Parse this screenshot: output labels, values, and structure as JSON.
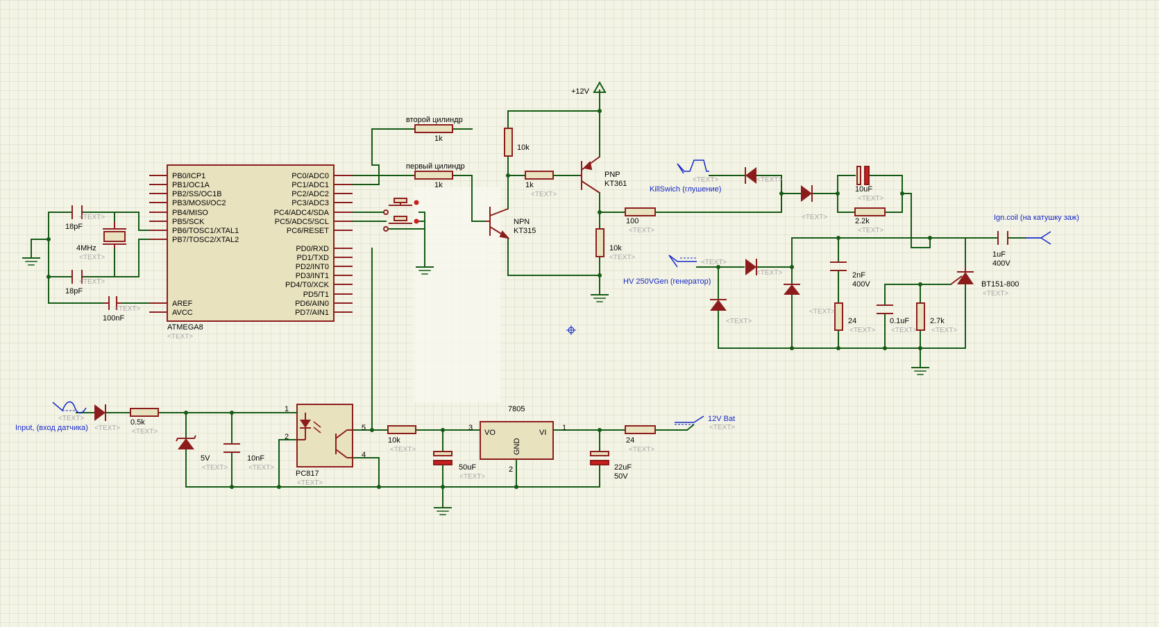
{
  "labels": {
    "mcu_name": "ATMEGA8",
    "mcu_left_pins": [
      "PB0/ICP1",
      "PB1/OC1A",
      "PB2/SS/OC1B",
      "PB3/MOSI/OC2",
      "PB4/MISO",
      "PB5/SCK",
      "PB6/TOSC1/XTAL1",
      "PB7/TOSC2/XTAL2"
    ],
    "mcu_aref": "AREF",
    "mcu_avcc": "AVCC",
    "mcu_right_pins_c": [
      "PC0/ADC0",
      "PC1/ADC1",
      "PC2/ADC2",
      "PC3/ADC3",
      "PC4/ADC4/SDA",
      "PC5/ADC5/SCL",
      "PC6/RESET"
    ],
    "mcu_right_pins_d": [
      "PD0/RXD",
      "PD1/TXD",
      "PD2/INT0",
      "PD3/INT1",
      "PD4/T0/XCK",
      "PD5/T1",
      "PD6/AIN0",
      "PD7/AIN1"
    ],
    "c_18pf_top": "18pF",
    "c_18pf_bot": "18pF",
    "crystal": "4MHz",
    "c_100nf": "100nF",
    "r_cyl2_title": "второй цилиндр",
    "r_cyl2_val": "1k",
    "r_cyl1_title": "первый цилиндр",
    "r_cyl1_val": "1k",
    "r_10k_top": "10k",
    "r_1k_base": "1k",
    "npn_type": "NPN",
    "npn_part": "KT315",
    "pnp_type": "PNP",
    "pnp_part": "KT361",
    "supply": "+12V",
    "r_10k_coll": "10k",
    "r_100": "100",
    "killswitch": "KillSwich (глушение)",
    "c_10uf": "10uF",
    "r_2_2k": "2.2k",
    "ign_coil": "Ign.coil (на катушку заж)",
    "c_1uf": "1uF",
    "c_1uf_v": "400V",
    "hv_gen": "HV 250VGen (генератор)",
    "c_2nf": "2nF",
    "c_2nf_v": "400V",
    "thyristor": "BT151-800",
    "r_24_trig": "24",
    "c_0_1uf": "0.1uF",
    "r_2_7k": "2.7k",
    "input": "Input, (вход датчика)",
    "r_0_5k": "0.5k",
    "zener_5v": "5V",
    "c_10nf": "10nF",
    "opto": "PC817",
    "r_10k_opto": "10k",
    "c_50uf": "50uF",
    "reg": "7805",
    "reg_vo": "VO",
    "reg_vi": "VI",
    "reg_gnd": "GND",
    "c_22uf": "22uF",
    "c_22uf_v": "50V",
    "r_24_bat": "24",
    "bat": "12V Bat",
    "pin_1": "1",
    "pin_2": "2",
    "pin_3": "3",
    "pin_4": "4",
    "pin_5": "5",
    "reg_pin_1": "1",
    "reg_pin_2": "2",
    "reg_pin_3": "3",
    "text_ph": "<TEXT>"
  },
  "colors": {
    "wire": "#145a14",
    "component": "#8c1c1c",
    "body_fill": "#e9e2bf",
    "net_label": "#1428c8",
    "grid": "#d6d6c2",
    "background": "#f4f4e6"
  }
}
